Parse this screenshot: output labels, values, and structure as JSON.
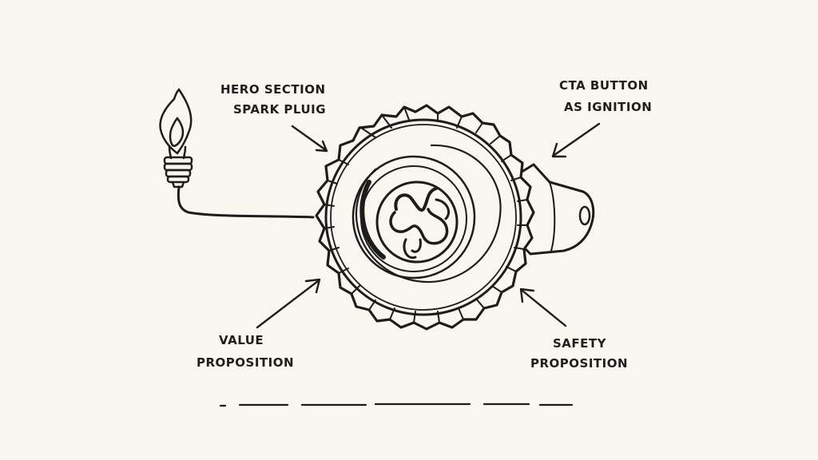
{
  "labels": {
    "hero_line1": "HERO SECTION",
    "hero_line2": "SPARK PLUIG",
    "cta_line1": "CTA BUTTON",
    "cta_line2": "AS IGNITION",
    "value_line1": "VALUE",
    "value_line2": "PROPOSITION",
    "safety_line1": "SAFETY",
    "safety_line2": "PROPOSITION"
  },
  "icons": {
    "spark_plug": "flame-bulb-icon",
    "engine": "gear-engine-icon"
  },
  "colors": {
    "background": "#f8f6ee",
    "ink": "#1c1c1c"
  }
}
